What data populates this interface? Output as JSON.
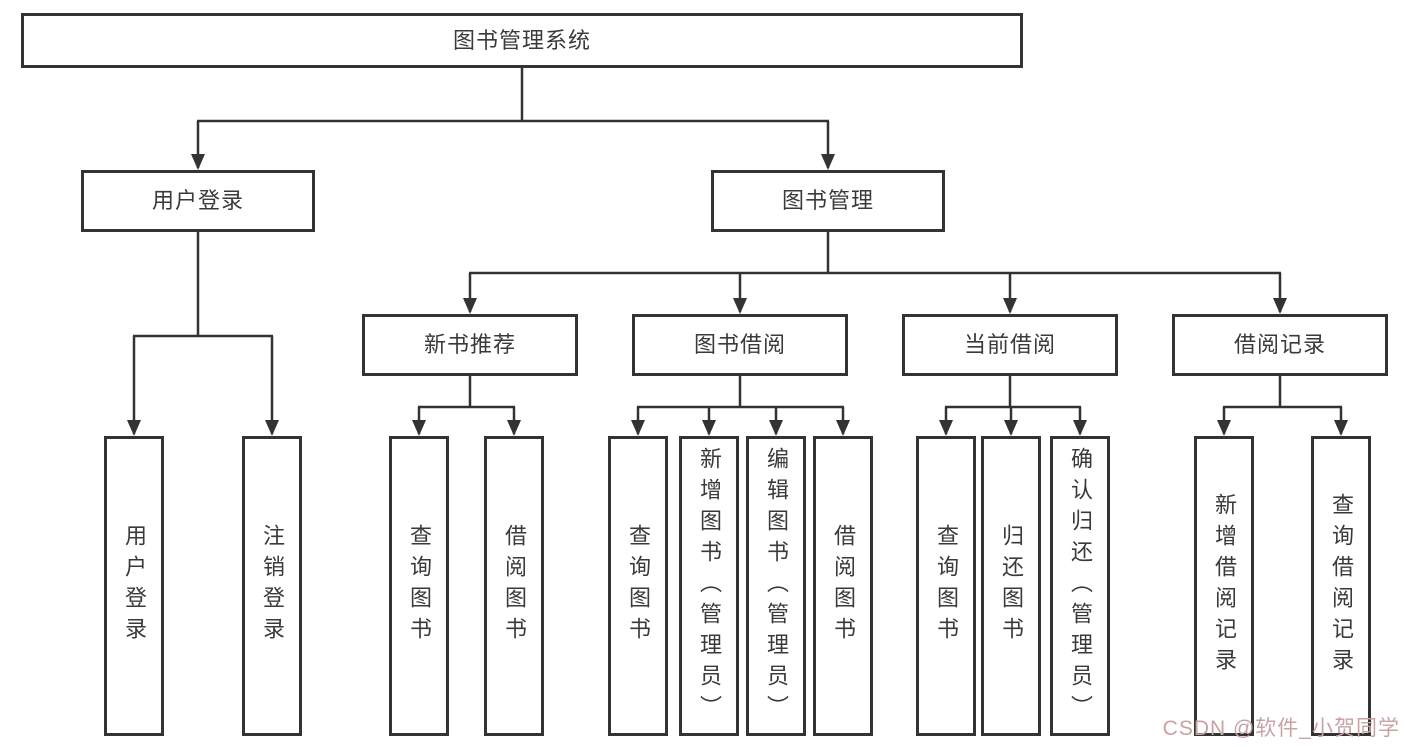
{
  "diagram": {
    "root": {
      "label": "图书管理系统"
    },
    "branches": [
      {
        "label": "用户登录",
        "children": [
          {
            "label": "用户登录"
          },
          {
            "label": "注销登录"
          }
        ]
      },
      {
        "label": "图书管理",
        "children": [
          {
            "label": "新书推荐",
            "children": [
              {
                "label": "查询图书"
              },
              {
                "label": "借阅图书"
              }
            ]
          },
          {
            "label": "图书借阅",
            "children": [
              {
                "label": "查询图书"
              },
              {
                "label": "新增图书（管理员）"
              },
              {
                "label": "编辑图书（管理员）"
              },
              {
                "label": "借阅图书"
              }
            ]
          },
          {
            "label": "当前借阅",
            "children": [
              {
                "label": "查询图书"
              },
              {
                "label": "归还图书"
              },
              {
                "label": "确认归还（管理员）"
              }
            ]
          },
          {
            "label": "借阅记录",
            "children": [
              {
                "label": "新增借阅记录"
              },
              {
                "label": "查询借阅记录"
              }
            ]
          }
        ]
      }
    ]
  },
  "watermark": {
    "text": "CSDN @软件_小贺同学"
  },
  "colors": {
    "line": "#333333",
    "box-border": "#333333",
    "text": "#3a3a3a",
    "background": "#ffffff",
    "watermark": "#c9a2a2"
  }
}
